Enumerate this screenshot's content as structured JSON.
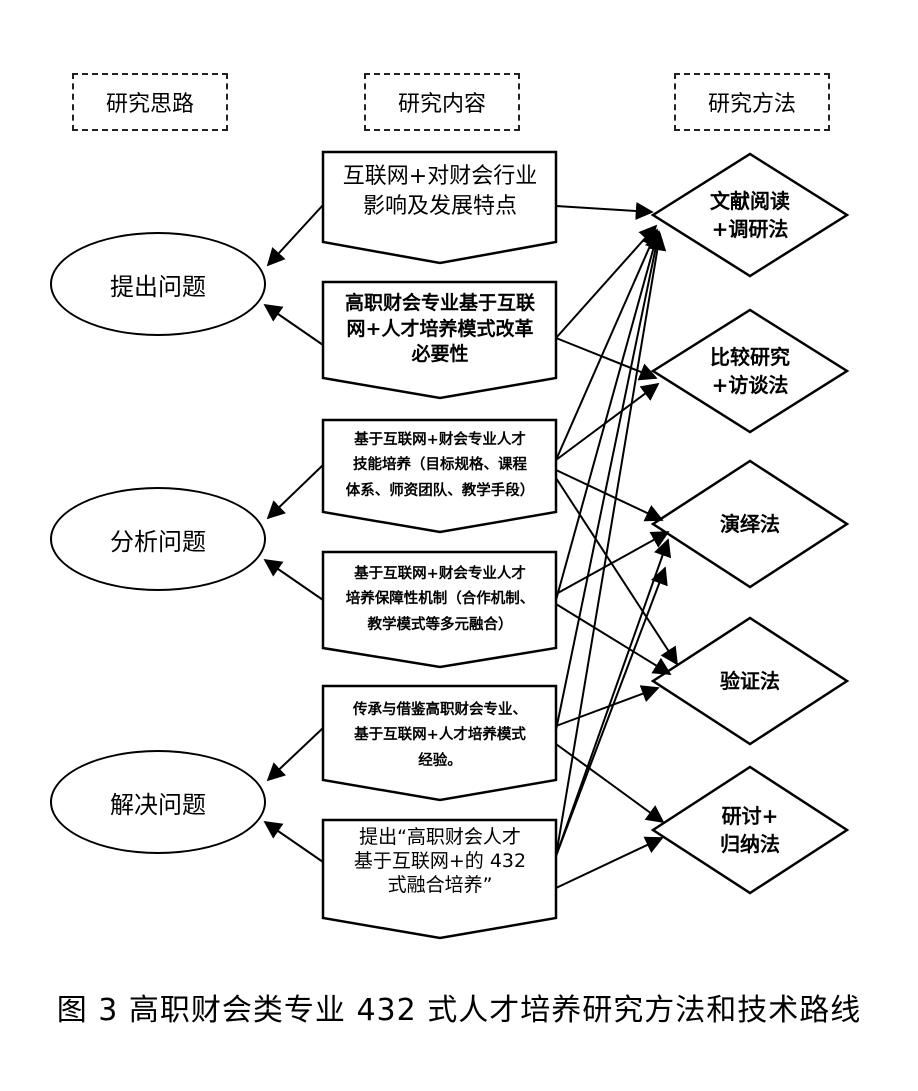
{
  "headers": {
    "thinking": "研究思路",
    "content": "研究内容",
    "methods": "研究方法"
  },
  "problems": [
    {
      "label": "提出问题"
    },
    {
      "label": "分析问题"
    },
    {
      "label": "解决问题"
    }
  ],
  "contents": [
    {
      "lines": [
        "互联网+对财会行业",
        "影响及发展特点"
      ]
    },
    {
      "lines": [
        "高职财会专业基于互联",
        "网+人才培养模式改革",
        "必要性"
      ]
    },
    {
      "lines": [
        "基于互联网+财会专业人才",
        "技能培养（目标规格、课程",
        "体系、师资团队、教学手段）"
      ]
    },
    {
      "lines": [
        "基于互联网+财会专业人才",
        "培养保障性机制（合作机制、",
        "教学模式等多元融合）"
      ]
    },
    {
      "lines": [
        "传承与借鉴高职财会专业、",
        "基于互联网+人才培养模式",
        "经验。"
      ]
    },
    {
      "lines": [
        "提出“高职财会人才",
        "基于互联网+的 432",
        "式融合培养”"
      ]
    }
  ],
  "methods": [
    {
      "lines": [
        "文献阅读",
        "+调研法"
      ]
    },
    {
      "lines": [
        "比较研究",
        "+访谈法"
      ]
    },
    {
      "lines": [
        "演绎法"
      ]
    },
    {
      "lines": [
        "验证法"
      ]
    },
    {
      "lines": [
        "研讨+",
        "归纳法"
      ]
    }
  ],
  "caption": "图 3  高职财会类专业 432 式人才培养研究方法和技术路线"
}
